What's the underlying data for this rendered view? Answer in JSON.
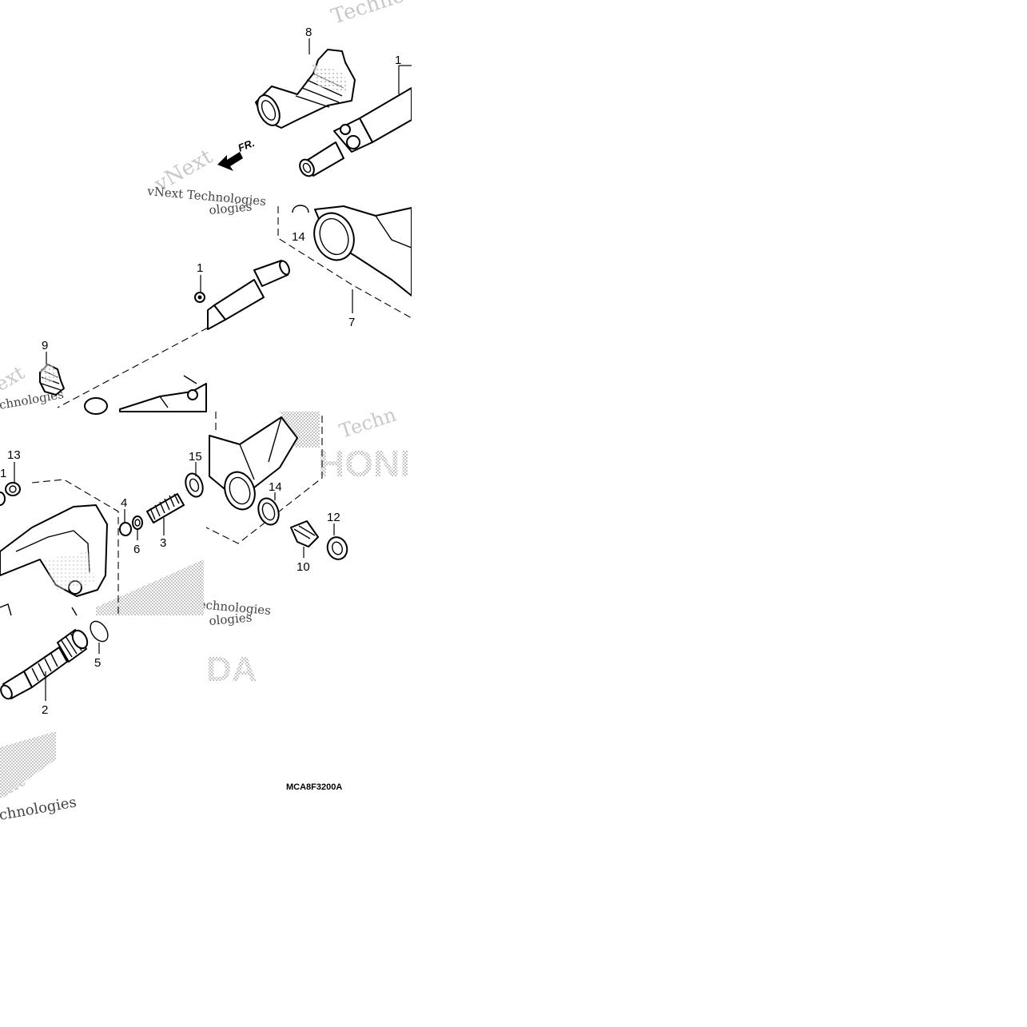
{
  "diagram": {
    "callouts": [
      {
        "id": "c8",
        "text": "8"
      },
      {
        "id": "c1a",
        "text": "1"
      },
      {
        "id": "c14a",
        "text": "14"
      },
      {
        "id": "c1b",
        "text": "1"
      },
      {
        "id": "c7",
        "text": "7"
      },
      {
        "id": "c9",
        "text": "9"
      },
      {
        "id": "c13",
        "text": "13"
      },
      {
        "id": "c1c",
        "text": "1"
      },
      {
        "id": "c15",
        "text": "15"
      },
      {
        "id": "c4",
        "text": "4"
      },
      {
        "id": "c6",
        "text": "6"
      },
      {
        "id": "c3",
        "text": "3"
      },
      {
        "id": "c14b",
        "text": "14"
      },
      {
        "id": "c12",
        "text": "12"
      },
      {
        "id": "c10",
        "text": "10"
      },
      {
        "id": "c5",
        "text": "5"
      },
      {
        "id": "c2",
        "text": "2"
      }
    ],
    "direction_label": "FR.",
    "diagram_code": "MCA8F3200A",
    "watermarks": {
      "brand_a": "vNext",
      "brand_b": "Technologies",
      "brand_full": "vNext Technologies",
      "partial_1": "Techno",
      "partial_2": "Techn",
      "partial_3": "ologies",
      "partial_4": "chnologies",
      "partial_5": "ext",
      "honda_a": "HONI",
      "honda_b": "DA"
    }
  }
}
